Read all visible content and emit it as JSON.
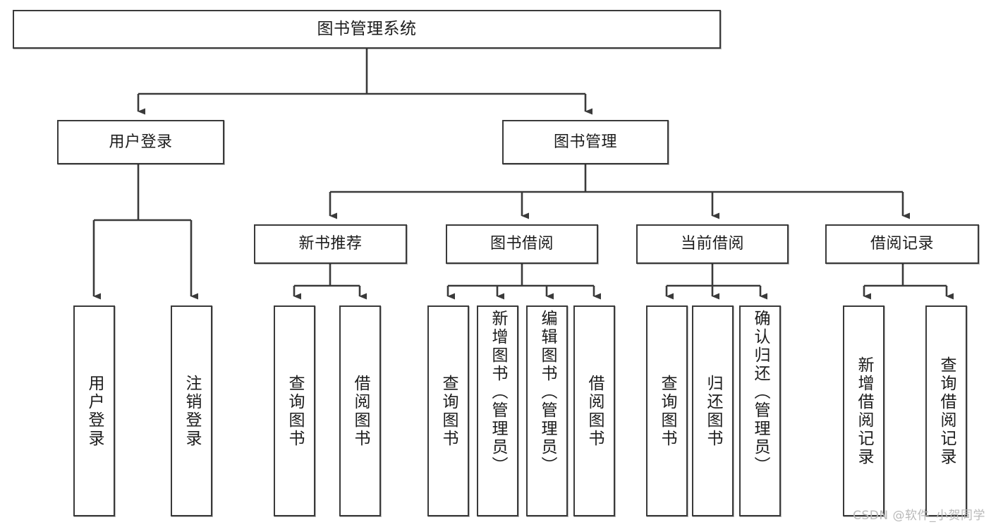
{
  "diagram": {
    "type": "tree-hierarchy",
    "title": "图书管理系统",
    "watermark": "CSDN @软件_小贺同学",
    "colors": {
      "box_border": "#3a3a3a",
      "box_fill": "#ffffff",
      "connector": "#3a3a3a",
      "text": "#1c1c1c",
      "watermark": "#b9b9b9",
      "background": "#ffffff"
    },
    "levels": [
      {
        "level": 1,
        "nodes": [
          {
            "id": "root",
            "label": "图书管理系统"
          }
        ]
      },
      {
        "level": 2,
        "nodes": [
          {
            "id": "user-login",
            "label": "用户登录",
            "parent": "root"
          },
          {
            "id": "book-manage",
            "label": "图书管理",
            "parent": "root"
          }
        ]
      },
      {
        "level": 3,
        "nodes": [
          {
            "id": "new-book-rec",
            "label": "新书推荐",
            "parent": "book-manage"
          },
          {
            "id": "book-borrow",
            "label": "图书借阅",
            "parent": "book-manage"
          },
          {
            "id": "current-borrow",
            "label": "当前借阅",
            "parent": "book-manage"
          },
          {
            "id": "borrow-record",
            "label": "借阅记录",
            "parent": "book-manage"
          }
        ]
      },
      {
        "level": 4,
        "nodes": [
          {
            "id": "leaf-user-login",
            "label": "用户登录",
            "parent": "user-login"
          },
          {
            "id": "leaf-user-logout",
            "label": "注销登录",
            "parent": "user-login"
          },
          {
            "id": "leaf-rec-query",
            "label": "查询图书",
            "parent": "new-book-rec"
          },
          {
            "id": "leaf-rec-borrow",
            "label": "借阅图书",
            "parent": "new-book-rec"
          },
          {
            "id": "leaf-borrow-query",
            "label": "查询图书",
            "parent": "book-borrow"
          },
          {
            "id": "leaf-borrow-add",
            "label": "新增图书（管理员）",
            "parent": "book-borrow"
          },
          {
            "id": "leaf-borrow-edit",
            "label": "编辑图书（管理员）",
            "parent": "book-borrow"
          },
          {
            "id": "leaf-borrow-do",
            "label": "借阅图书",
            "parent": "book-borrow"
          },
          {
            "id": "leaf-cur-query",
            "label": "查询图书",
            "parent": "current-borrow"
          },
          {
            "id": "leaf-cur-return",
            "label": "归还图书",
            "parent": "current-borrow"
          },
          {
            "id": "leaf-cur-confirm",
            "label": "确认归还（管理员）",
            "parent": "current-borrow"
          },
          {
            "id": "leaf-rec-add",
            "label": "新增借阅记录",
            "parent": "borrow-record"
          },
          {
            "id": "leaf-rec-search",
            "label": "查询借阅记录",
            "parent": "borrow-record"
          }
        ]
      }
    ]
  }
}
